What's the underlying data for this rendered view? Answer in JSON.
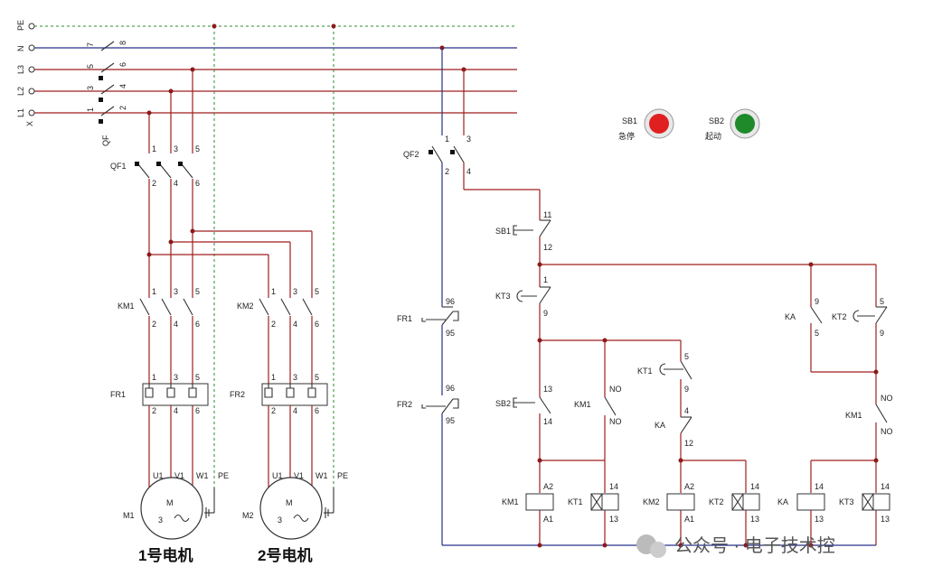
{
  "bus": {
    "pe": "PE",
    "n": "N",
    "l3": "L3",
    "l2": "L2",
    "l1": "L1",
    "x": "X",
    "qf": "QF"
  },
  "qf_nums": [
    "7",
    "8",
    "5",
    "6",
    "3",
    "4",
    "1",
    "2"
  ],
  "qf1": {
    "label": "QF1",
    "top": [
      "1",
      "3",
      "5"
    ],
    "bottom": [
      "2",
      "4",
      "6"
    ]
  },
  "km1": {
    "label": "KM1",
    "top": [
      "1",
      "3",
      "5"
    ],
    "bottom": [
      "2",
      "4",
      "6"
    ]
  },
  "km2": {
    "label": "KM2",
    "top": [
      "1",
      "3",
      "5"
    ],
    "bottom": [
      "2",
      "4",
      "6"
    ]
  },
  "fr1": {
    "label": "FR1",
    "top": [
      "1",
      "3",
      "5"
    ],
    "bottom": [
      "2",
      "4",
      "6"
    ]
  },
  "fr2": {
    "label": "FR2",
    "top": [
      "1",
      "3",
      "5"
    ],
    "bottom": [
      "2",
      "4",
      "6"
    ]
  },
  "motor1": {
    "id": "M1",
    "m": "M",
    "phase": "3",
    "terminals": [
      "U1",
      "V1",
      "W1",
      "PE"
    ],
    "caption": "1号电机"
  },
  "motor2": {
    "id": "M2",
    "m": "M",
    "phase": "3",
    "terminals": [
      "U1",
      "V1",
      "W1",
      "PE"
    ],
    "caption": "2号电机"
  },
  "qf2": {
    "label": "QF2",
    "n": [
      "1",
      "3",
      "2",
      "4"
    ]
  },
  "sb1": {
    "label": "SB1",
    "n": [
      "11",
      "12"
    ],
    "btn_caption": "急停"
  },
  "sb2": {
    "label": "SB2",
    "n": [
      "13",
      "14"
    ],
    "btn_caption": "起动"
  },
  "kt3c": {
    "label": "KT3",
    "n": [
      "1",
      "9"
    ]
  },
  "fr1c": {
    "label": "FR1",
    "n": [
      "96",
      "95"
    ]
  },
  "fr2c": {
    "label": "FR2",
    "n": [
      "96",
      "95"
    ]
  },
  "km1c": {
    "label": "KM1",
    "n": [
      "NO",
      "NO"
    ]
  },
  "kt1c": {
    "label": "KT1",
    "n": [
      "5",
      "9"
    ]
  },
  "kac": {
    "label": "KA",
    "n": [
      "4",
      "12"
    ]
  },
  "ka2c": {
    "label": "KA",
    "n": [
      "9",
      "5"
    ]
  },
  "kt2c": {
    "label": "KT2",
    "n": [
      "5",
      "9"
    ]
  },
  "km1c2": {
    "label": "KM1",
    "n": [
      "NO",
      "NO"
    ]
  },
  "coils": [
    {
      "label": "KM1",
      "a": "A2",
      "b": "A1"
    },
    {
      "label": "KT1",
      "a": "14",
      "b": "13"
    },
    {
      "label": "KM2",
      "a": "A2",
      "b": "A1"
    },
    {
      "label": "KT2",
      "a": "14",
      "b": "13"
    },
    {
      "label": "KA",
      "a": "14",
      "b": "13"
    },
    {
      "label": "KT3",
      "a": "14",
      "b": "13"
    }
  ],
  "watermark": "公众号 · 电子技术控",
  "colors": {
    "phase": "#a01d1d",
    "neutral": "#27308a",
    "pe": "#2e8b2e",
    "stop_button": "#e02020",
    "start_button": "#1e8a2a"
  }
}
